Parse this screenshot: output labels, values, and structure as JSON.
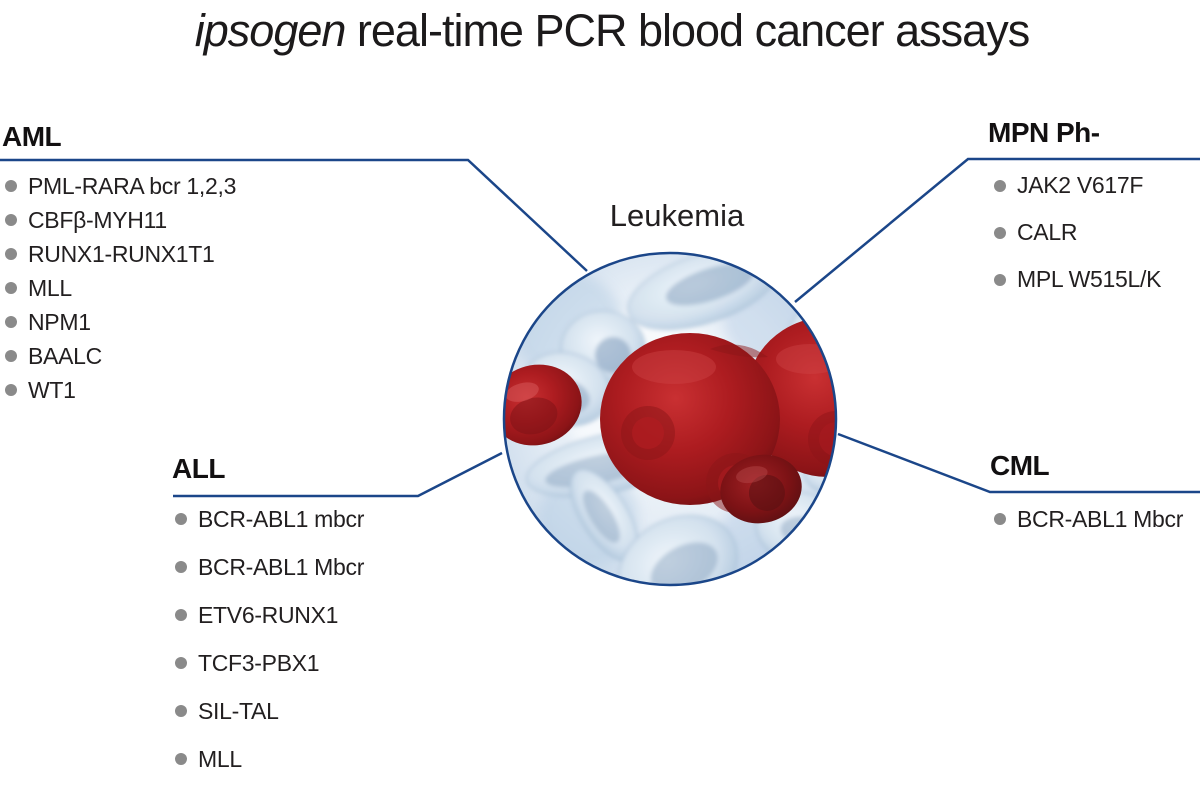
{
  "title": {
    "brand": "ipsogen",
    "rest": " real-time PCR blood cancer assays"
  },
  "center": {
    "label": "Leukemia"
  },
  "colors": {
    "connector_line": "#1b4689",
    "circle_border": "#1b4689",
    "bullet": "#8a8a8a",
    "text": "#221f20",
    "red_cell": "#ad1c20",
    "blue_cell": "#d3e1ee",
    "background": "#ffffff"
  },
  "groups": {
    "aml": {
      "label": "AML",
      "items": [
        "PML-RARA bcr 1,2,3",
        "CBFβ-MYH11",
        "RUNX1-RUNX1T1",
        "MLL",
        "NPM1",
        "BAALC",
        "WT1"
      ]
    },
    "mpn": {
      "label": "MPN Ph-",
      "items": [
        "JAK2 V617F",
        "CALR",
        "MPL W515L/K"
      ]
    },
    "all": {
      "label": "ALL",
      "items": [
        "BCR-ABL1 mbcr",
        "BCR-ABL1 Mbcr",
        "ETV6-RUNX1",
        "TCF3-PBX1",
        "SIL-TAL",
        "MLL"
      ]
    },
    "cml": {
      "label": "CML",
      "items": [
        "BCR-ABL1 Mbcr"
      ]
    }
  }
}
